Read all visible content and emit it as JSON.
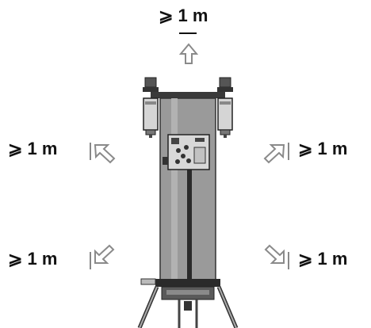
{
  "clearance": {
    "top": "⩾ 1 m",
    "left_upper": "⩾ 1 m",
    "right_upper": "⩾ 1 m",
    "left_lower": "⩾ 1 m",
    "right_lower": "⩾ 1 m"
  },
  "icons": [
    "arrow-up-icon",
    "arrow-up-left-icon",
    "arrow-up-right-icon",
    "arrow-down-left-icon",
    "arrow-down-right-icon"
  ],
  "colors": {
    "text": "#111111",
    "arrow_stroke": "#888888",
    "unit_body": "#9a9a9a",
    "unit_dark": "#333333"
  }
}
